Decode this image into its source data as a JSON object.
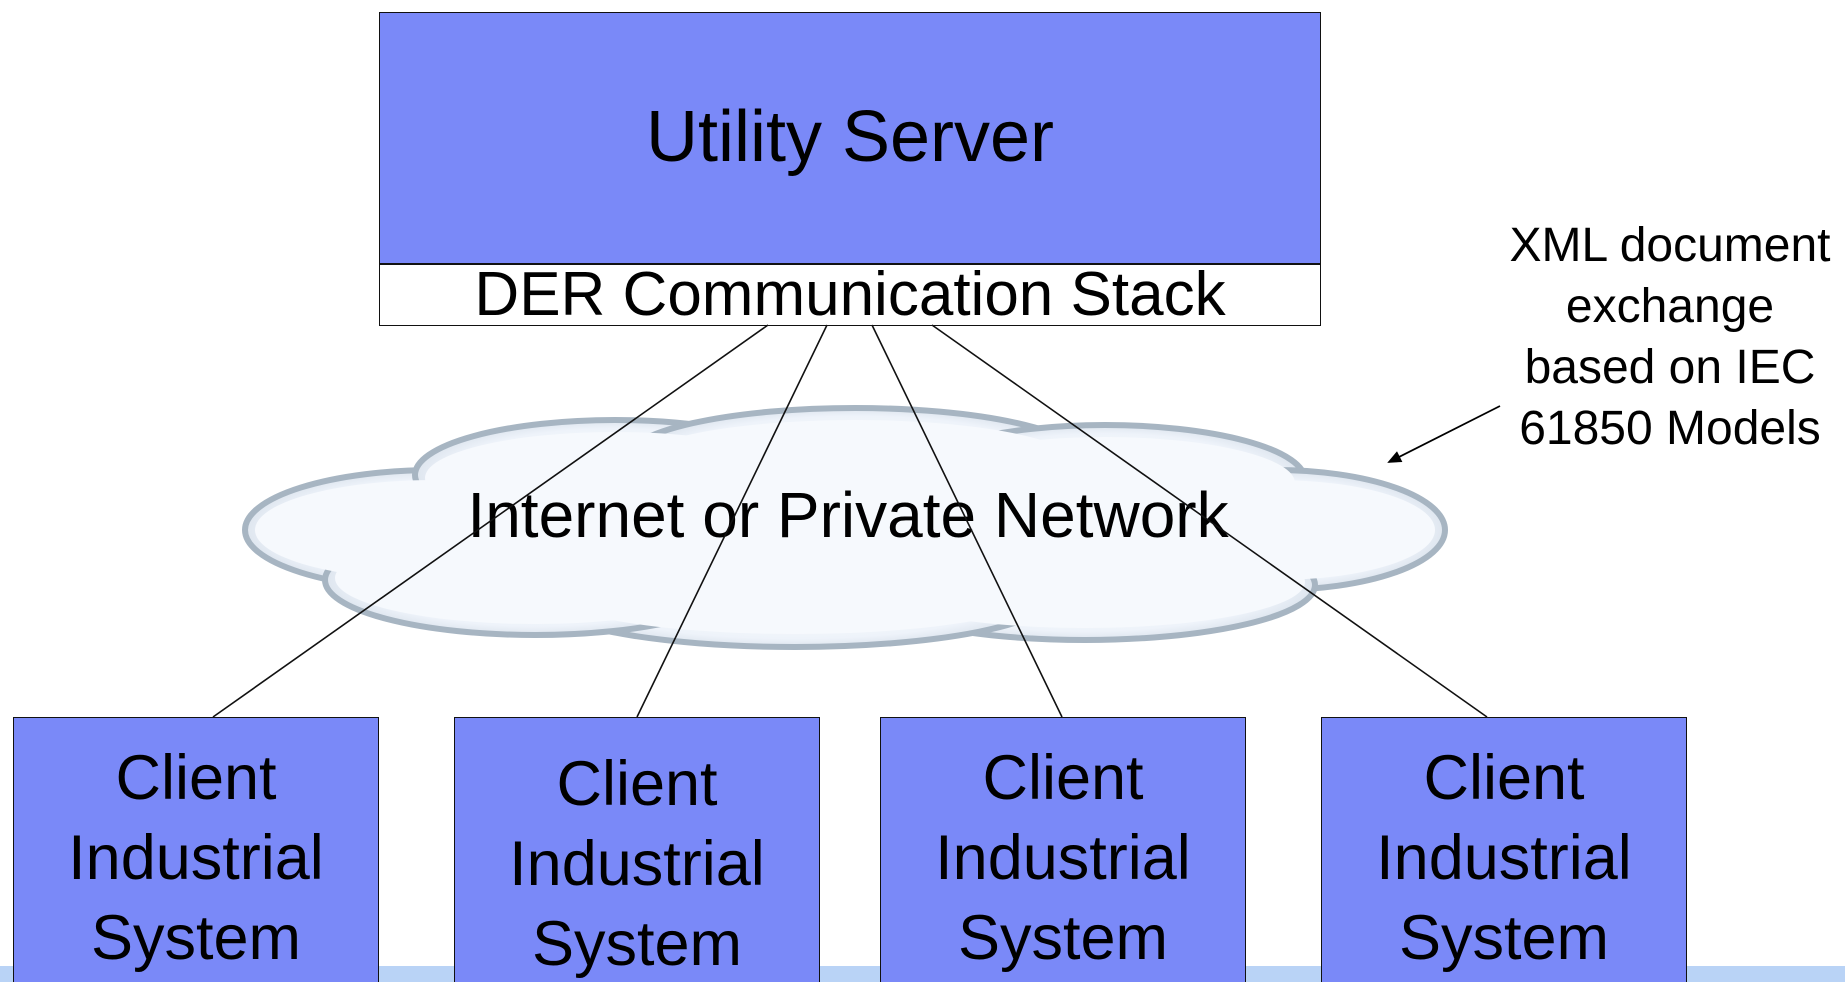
{
  "server": {
    "title": "Utility Server",
    "stack_label": "DER Communication Stack"
  },
  "network": {
    "label": "Internet or Private Network"
  },
  "annotation": {
    "lines": [
      "XML document",
      "exchange",
      "based on IEC",
      "61850 Models"
    ]
  },
  "clients": [
    {
      "lines": [
        "Client",
        "Industrial",
        "System"
      ]
    },
    {
      "lines": [
        "Client",
        "Industrial",
        "System"
      ]
    },
    {
      "lines": [
        "Client",
        "Industrial",
        "System"
      ]
    },
    {
      "lines": [
        "Client",
        "Industrial",
        "System"
      ]
    }
  ],
  "colors": {
    "box_fill": "#7a89f8",
    "footer_band": "#b9d3f6",
    "cloud_fill": "#f4f8fd",
    "cloud_shade": "#9aaab8"
  }
}
